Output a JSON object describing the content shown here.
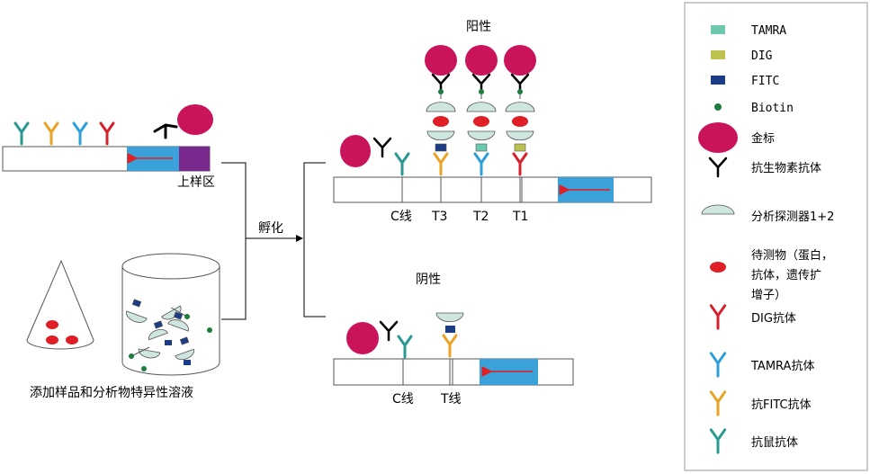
{
  "colors": {
    "mouse_antibody": "#2a9a91",
    "fitc_antibody": "#e9a224",
    "tamra_antibody": "#2c9fd9",
    "dig_antibody": "#d6202b",
    "gold": "#c9145b",
    "tamra": "#6cc9ad",
    "dig": "#bcc14f",
    "fitc": "#1d3c86",
    "biotin": "#1d7d3c",
    "probe": "#cfe5e0",
    "target": "#e01e25",
    "conjugate_pad": "#3aa2d8",
    "sample_pad": "#7a2a8e",
    "arrow": "#e01e25",
    "stroke": "#555555"
  },
  "labels": {
    "sample_zone": "上样区",
    "incubation": "孵化",
    "positive": "阳性",
    "negative": "阴性",
    "add_sample": "添加样品和分析物特异性溶液",
    "positive_lines": [
      "C线",
      "T3",
      "T2",
      "T1"
    ],
    "negative_lines": [
      "C线",
      "T线"
    ]
  },
  "legend": {
    "items": [
      {
        "key": "tamra",
        "label": "TAMRA"
      },
      {
        "key": "dig",
        "label": "DIG"
      },
      {
        "key": "fitc",
        "label": "FITC"
      },
      {
        "key": "biotin",
        "label": "Biotin"
      },
      {
        "key": "gold",
        "label": "金标"
      },
      {
        "key": "anti_biotin",
        "label": "抗生物素抗体"
      },
      {
        "key": "probe",
        "label": "分析探测器1+2"
      },
      {
        "key": "target",
        "label_lines": [
          "待测物（蛋白，",
          "抗体，遗传扩",
          "增子）"
        ]
      },
      {
        "key": "dig_antibody",
        "label": "DIG抗体"
      },
      {
        "key": "tamra_antibody",
        "label": "TAMRA抗体"
      },
      {
        "key": "fitc_antibody",
        "label": "抗FITC抗体"
      },
      {
        "key": "mouse_antibody",
        "label": "抗鼠抗体"
      }
    ]
  }
}
